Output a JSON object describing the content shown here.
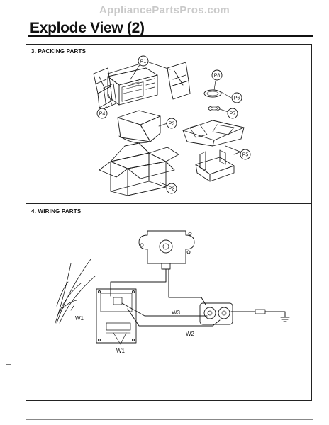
{
  "watermark": "AppliancePartsPros.com",
  "page_title": "Explode View (2)",
  "sections": {
    "packing": {
      "title": "3. PACKING PARTS",
      "callouts": {
        "p1": "P1",
        "p2": "P2",
        "p3": "P3",
        "p4": "P4",
        "p5": "P5",
        "p6": "P6",
        "p7": "P7",
        "p8": "P8"
      }
    },
    "wiring": {
      "title": "4. WIRING PARTS",
      "labels": {
        "w1_harness": "W1",
        "w1_board": "W1",
        "w2": "W2",
        "w3": "W3"
      }
    }
  }
}
